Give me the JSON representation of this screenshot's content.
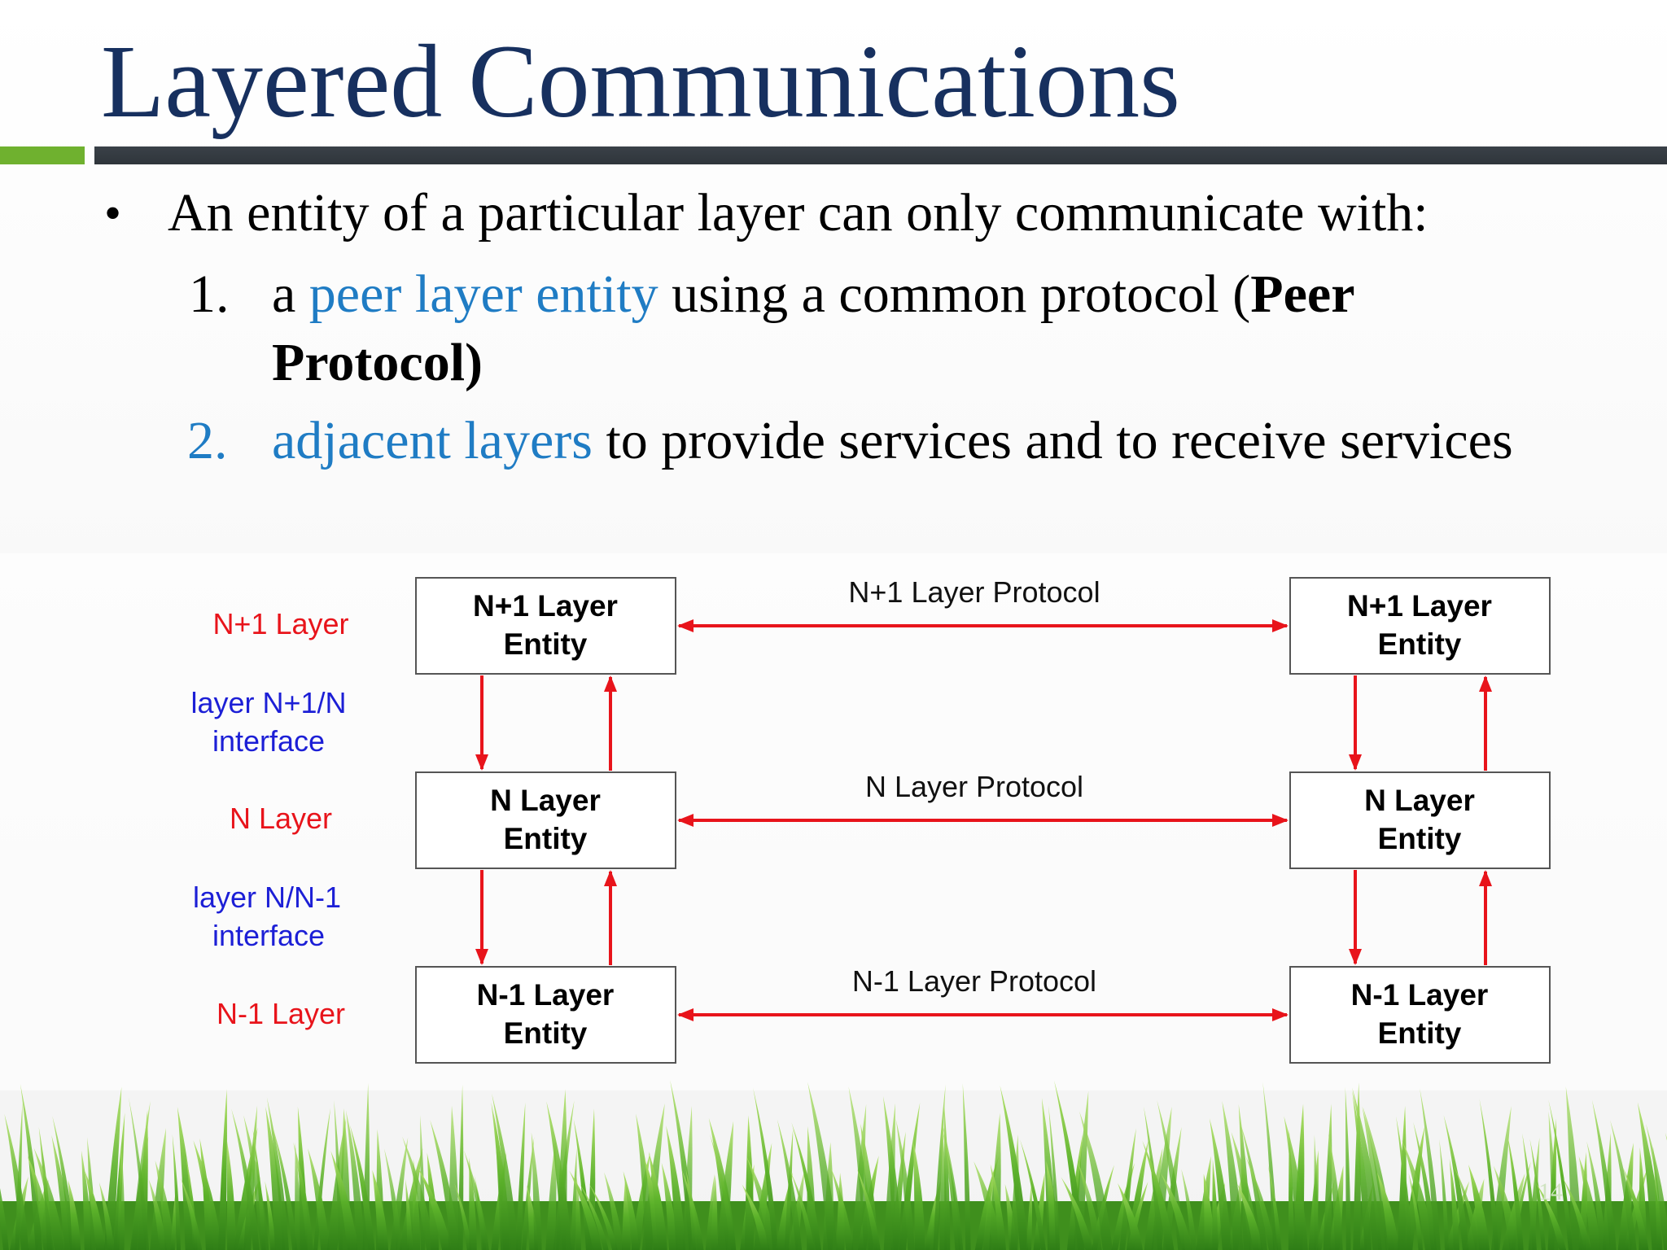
{
  "title": "Layered Communications",
  "bullet": {
    "marker": "•",
    "text": "An entity of a particular layer can only communicate with:"
  },
  "items": [
    {
      "number": "1.",
      "pre": "a ",
      "highlight": "peer layer entity",
      "mid": " using a common protocol (",
      "bold1": "Peer",
      "bold2": "Protocol)"
    },
    {
      "number": "2.",
      "highlight": "adjacent layers",
      "rest": " to provide services and to receive services"
    }
  ],
  "diagram": {
    "layer_labels": [
      "N+1 Layer",
      "N Layer",
      "N-1 Layer"
    ],
    "interface_labels": [
      [
        "layer N+1/N",
        "interface"
      ],
      [
        "layer N/N-1",
        "interface"
      ]
    ],
    "entities": [
      [
        "N+1 Layer",
        "Entity"
      ],
      [
        "N Layer",
        "Entity"
      ],
      [
        "N-1 Layer",
        "Entity"
      ]
    ],
    "protocols": [
      "N+1 Layer Protocol",
      "N Layer Protocol",
      "N-1 Layer Protocol"
    ],
    "colors": {
      "layer": "#e8141b",
      "interface": "#1c1fd6",
      "arrow": "#e8141b",
      "box_border": "#555555"
    }
  },
  "slide_number": "14"
}
